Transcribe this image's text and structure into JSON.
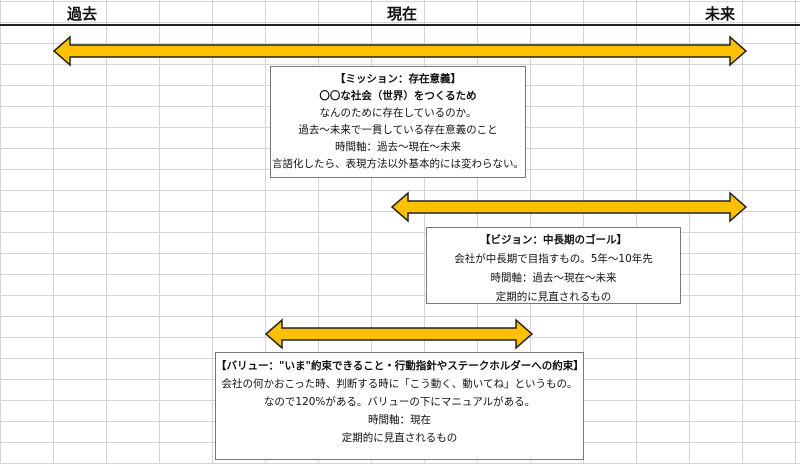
{
  "timeline": {
    "past": "過去",
    "present": "現在",
    "future": "未来"
  },
  "colors": {
    "arrow_fill": "#FFC000",
    "arrow_stroke": "#222222",
    "grid": "#D4D4D4"
  },
  "mission": {
    "title": "【ミッション：存在意義】",
    "subtitle": "〇〇な社会（世界）をつくるため",
    "lines": [
      "なんのために存在しているのか。",
      "過去〜未来で一貫している存在意義のこと",
      "時間軸：過去〜現在〜未来",
      "言語化したら、表現方法以外基本的には変わらない。"
    ]
  },
  "vision": {
    "title": "【ビジョン：中長期のゴール】",
    "lines": [
      "会社が中長期で目指すもの。5年〜10年先",
      "時間軸：過去〜現在〜未来",
      "定期的に見直されるもの"
    ]
  },
  "value": {
    "title": "【バリュー：\"いま\"約束できること・行動指針やステークホルダーへの約束】",
    "lines": [
      "会社の何かおこった時、判断する時に「こう動く、動いてね」というもの。",
      "なので120%がある。バリューの下にマニュアルがある。",
      "時間軸：現在",
      "定期的に見直されるもの"
    ]
  }
}
